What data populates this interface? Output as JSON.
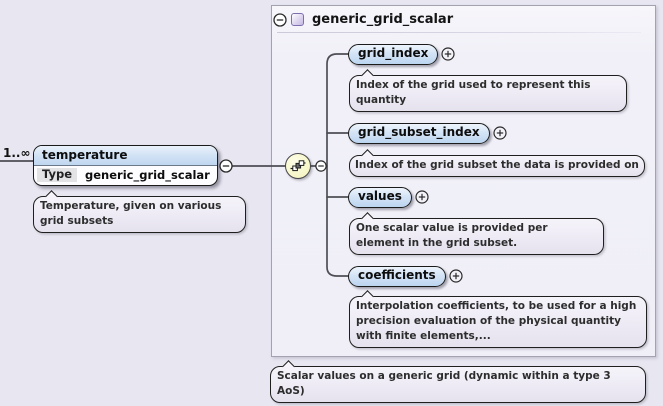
{
  "root": {
    "cardinality": "1..∞",
    "name": "temperature",
    "type_label": "Type",
    "type_name": "generic_grid_scalar",
    "documentation": "Temperature, given on various grid subsets"
  },
  "type_panel": {
    "title": "generic_grid_scalar",
    "documentation": "Scalar values on a generic grid (dynamic within a type 3 AoS)",
    "compositor": "sequence",
    "children": [
      {
        "name": "grid_index",
        "documentation": "Index of the grid used to represent this quantity"
      },
      {
        "name": "grid_subset_index",
        "documentation": "Index of the grid subset the data is provided on"
      },
      {
        "name": "values",
        "documentation": "One scalar value is provided per element in the grid subset."
      },
      {
        "name": "coefficients",
        "documentation": "Interpolation coefficients, to be used for a high precision evaluation of the physical quantity with finite elements,..."
      }
    ]
  },
  "icons": {
    "collapse": "minus-circle",
    "expand": "plus-circle",
    "compositor": "sequence-icon",
    "complex_type": "purple-square"
  },
  "colors": {
    "canvas_bg": "#e8e7f1",
    "panel_bg": "#f1f0f8",
    "element_fill": "#bcd5f0",
    "doc_fill": "#ece9f4",
    "compositor_fill": "#f7f7cb",
    "wire": "#4e4e55"
  }
}
